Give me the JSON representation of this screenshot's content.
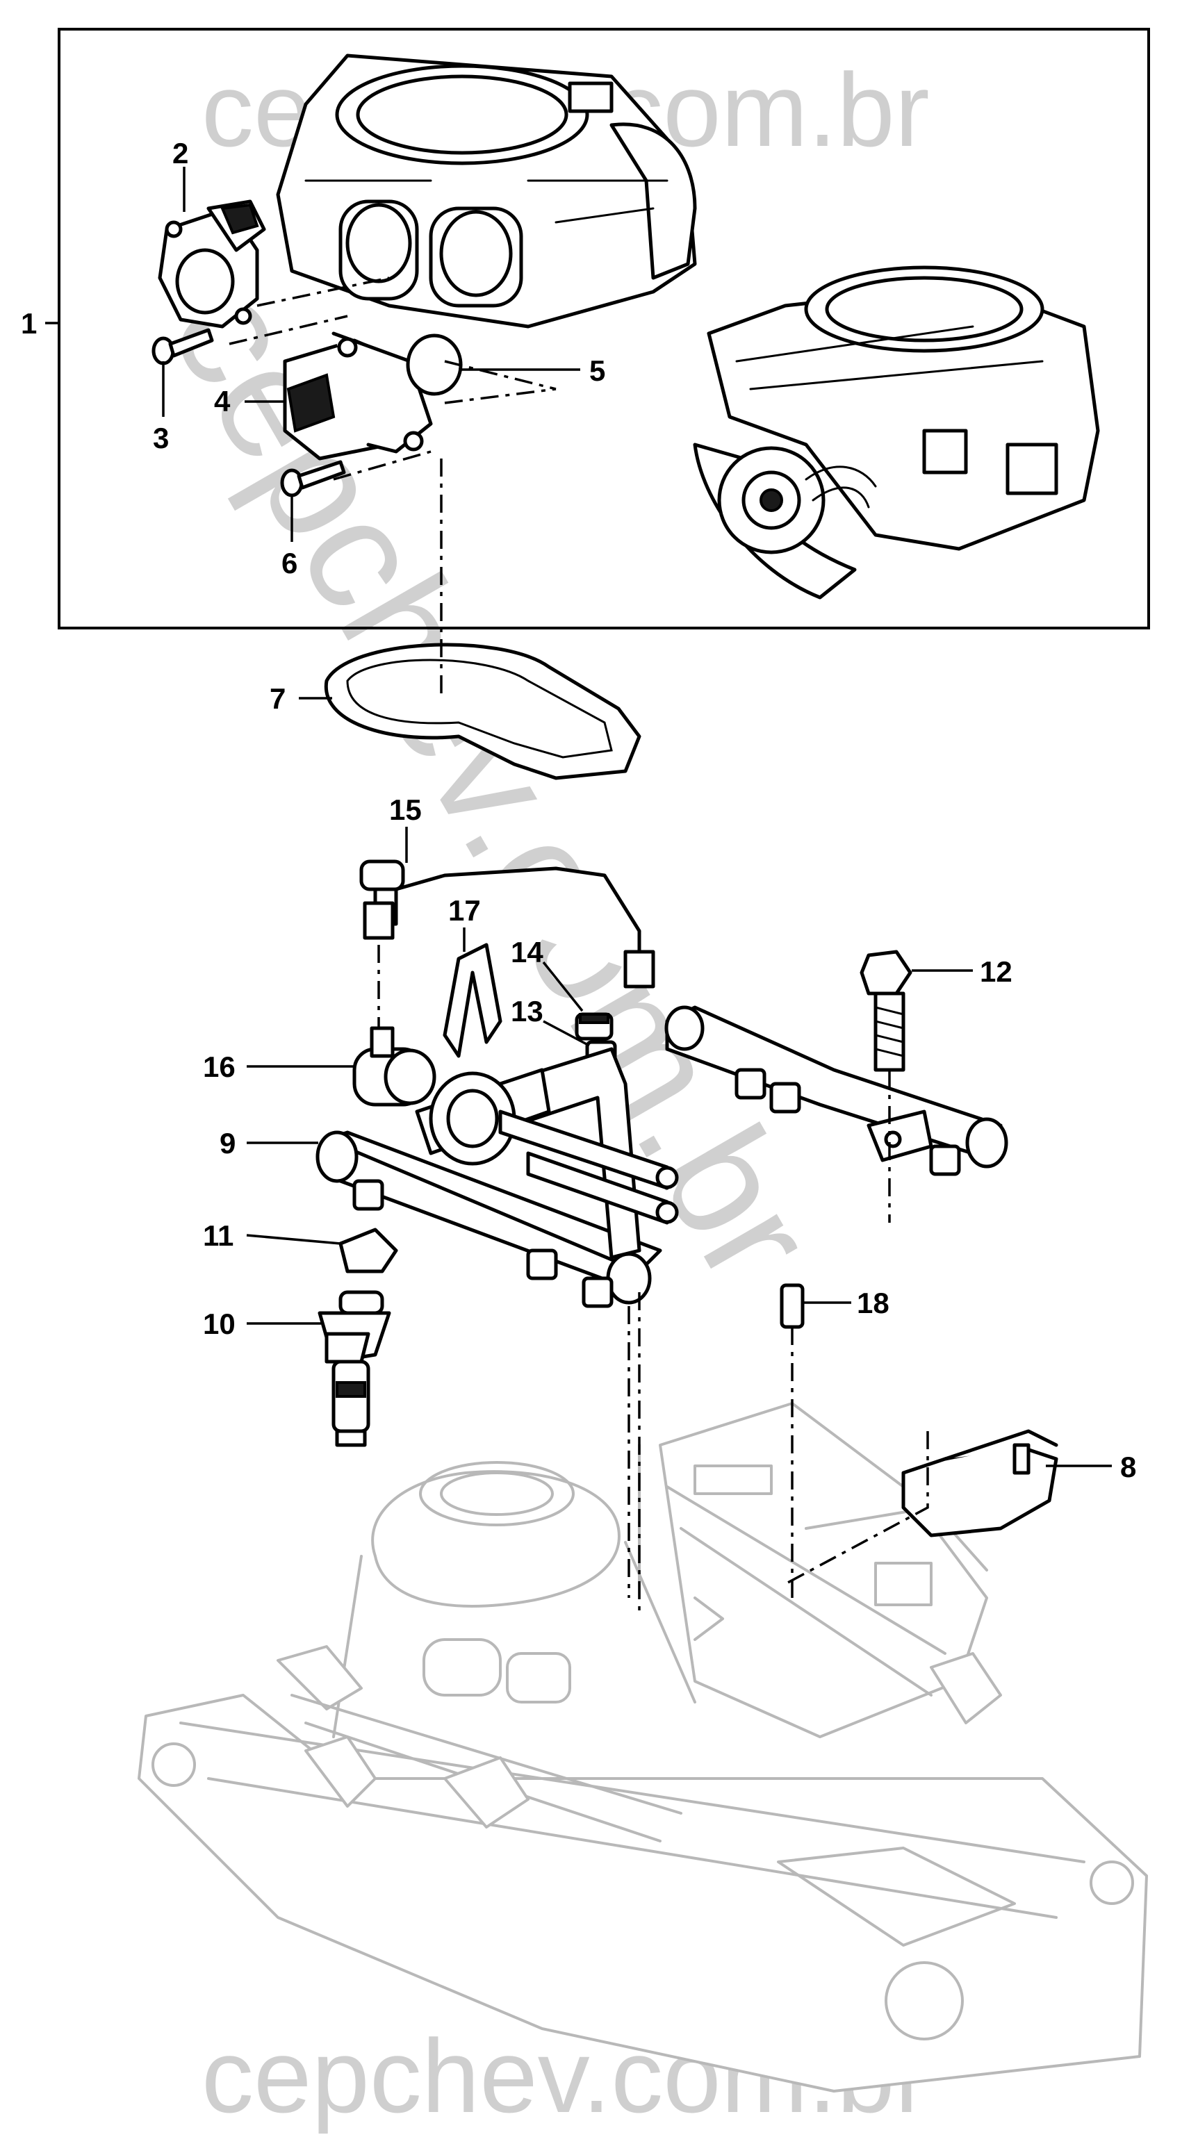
{
  "watermark": {
    "top": "cepchev.com.br",
    "bottom": "cepchev.com.br",
    "diagonal": "cepchev.com.br"
  },
  "callouts": [
    "1",
    "2",
    "3",
    "4",
    "5",
    "6",
    "7",
    "8",
    "9",
    "10",
    "11",
    "12",
    "13",
    "14",
    "15",
    "16",
    "17",
    "18"
  ]
}
